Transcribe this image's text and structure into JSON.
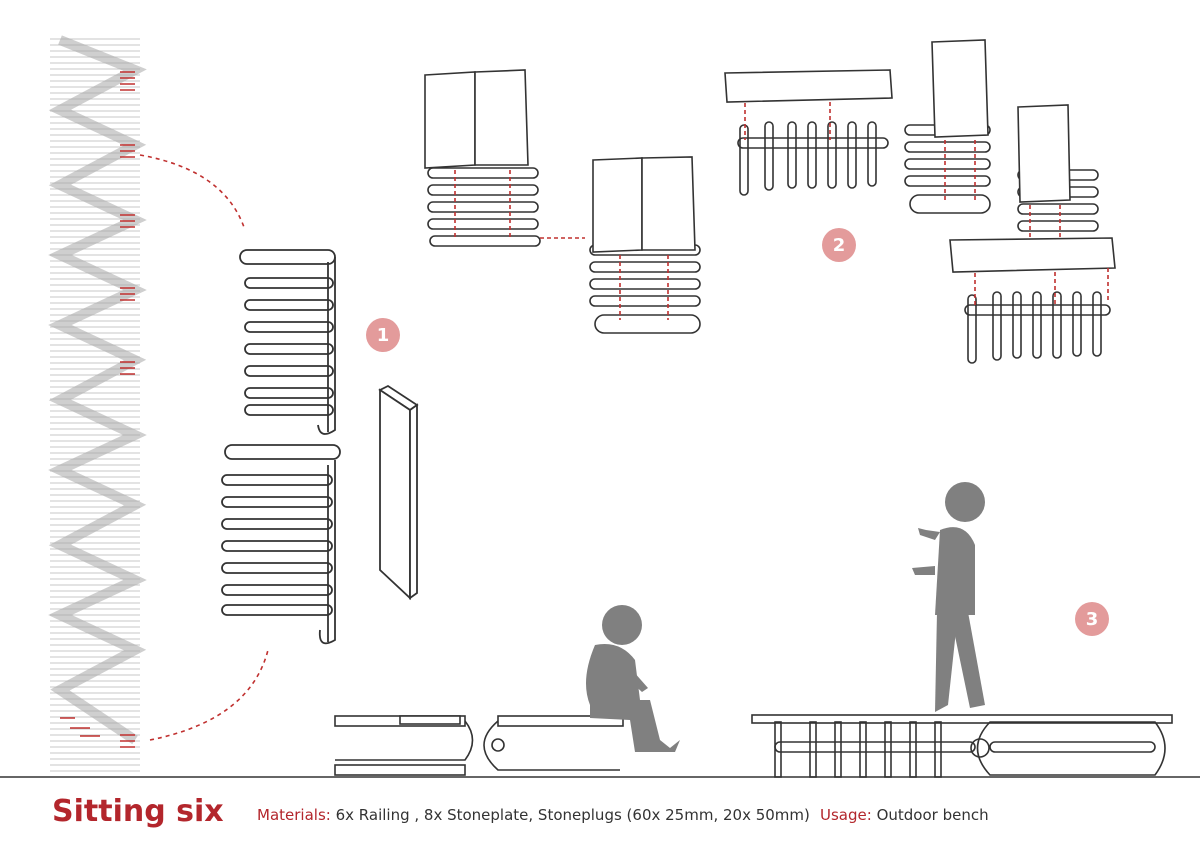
{
  "colors": {
    "accent": "#b3262c",
    "marker_fill": "#e39b9b",
    "silhouette": "#808080",
    "line": "#333333",
    "guide": "#c0302f"
  },
  "markers": [
    "1",
    "2",
    "3"
  ],
  "caption": {
    "title": "Sitting six",
    "materials_label": "Materials:",
    "materials_value": "6x Railing , 8x Stoneplate, Stoneplugs (60x 25mm, 20x 50mm)",
    "usage_label": "Usage:",
    "usage_value": "Outdoor bench"
  }
}
